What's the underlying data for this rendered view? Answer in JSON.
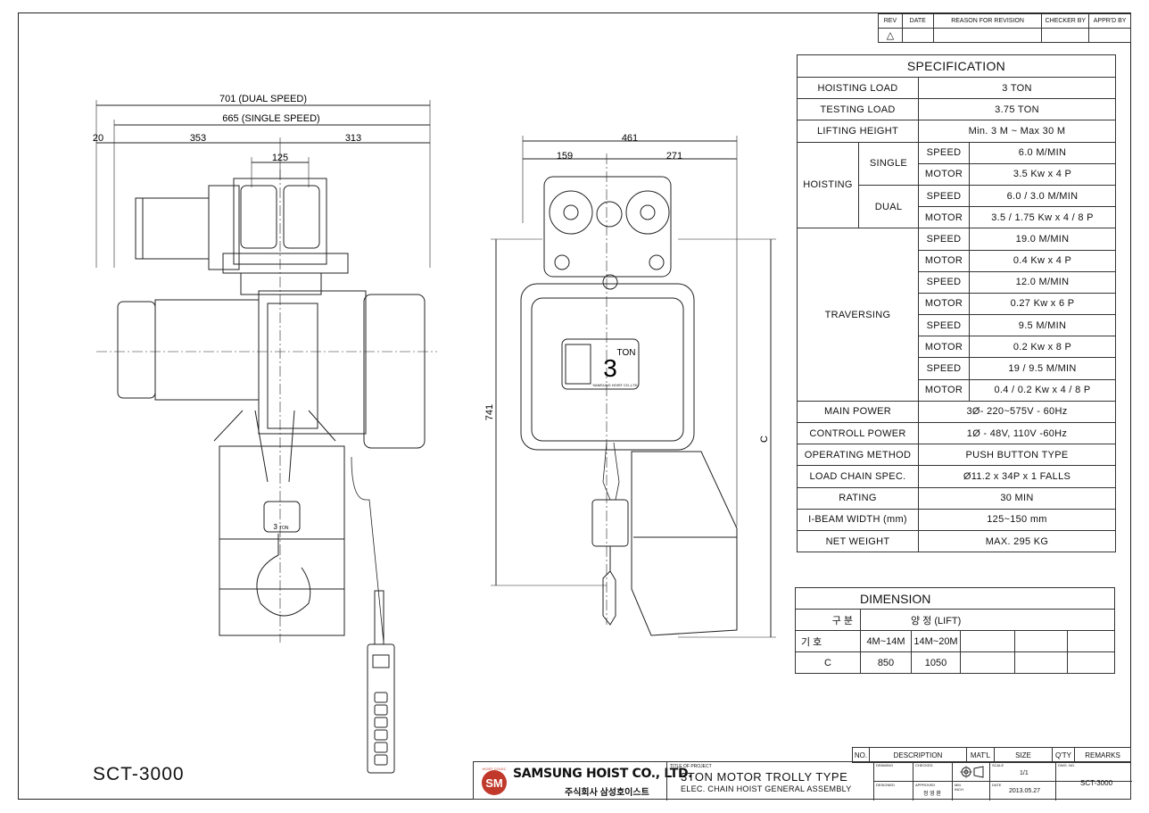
{
  "revision_block": {
    "headers": [
      "REV",
      "DATE",
      "REASON FOR REVISION",
      "CHECKER BY",
      "APPR'D BY"
    ],
    "rev_symbol": "△"
  },
  "side_view": {
    "dim_dual": "701 (DUAL SPEED)",
    "dim_single": "665 (SINGLE SPEED)",
    "dim_20": "20",
    "dim_353": "353",
    "dim_313": "313",
    "dim_125": "125",
    "hook_label": "3",
    "hook_unit": "TON"
  },
  "front_view": {
    "dim_461": "461",
    "dim_159": "159",
    "dim_271": "271",
    "dim_741": "741",
    "dim_c": "C",
    "plate_number": "3",
    "plate_unit": "TON",
    "plate_maker": "SAMSUNG HOIST CO.,LTD."
  },
  "specification": {
    "title": "SPECIFICATION",
    "hoisting_load": {
      "label": "HOISTING LOAD",
      "value": "3 TON"
    },
    "testing_load": {
      "label": "TESTING LOAD",
      "value": "3.75  TON"
    },
    "lifting_height": {
      "label": "LIFTING HEIGHT",
      "value": "Min. 3 M ~ Max 30 M"
    },
    "hoisting": {
      "label": "HOISTING",
      "single": {
        "label": "SINGLE",
        "speed_label": "SPEED",
        "speed": "6.0 M/MIN",
        "motor_label": "MOTOR",
        "motor": "3.5 Kw x 4 P"
      },
      "dual": {
        "label": "DUAL",
        "speed_label": "SPEED",
        "speed": "6.0 / 3.0 M/MIN",
        "motor_label": "MOTOR",
        "motor": "3.5 / 1.75 Kw x 4 / 8 P"
      }
    },
    "traversing": {
      "label": "TRAVERSING",
      "rows": [
        {
          "label": "SPEED",
          "value": "19.0 M/MIN"
        },
        {
          "label": "MOTOR",
          "value": "0.4 Kw x 4 P"
        },
        {
          "label": "SPEED",
          "value": "12.0 M/MIN"
        },
        {
          "label": "MOTOR",
          "value": "0.27 Kw x 6 P"
        },
        {
          "label": "SPEED",
          "value": "9.5 M/MIN"
        },
        {
          "label": "MOTOR",
          "value": "0.2 Kw x 8 P"
        },
        {
          "label": "SPEED",
          "value": "19 / 9.5 M/MIN"
        },
        {
          "label": "MOTOR",
          "value": "0.4 / 0.2 Kw x 4 / 8 P"
        }
      ]
    },
    "main_power": {
      "label": "MAIN POWER",
      "value": "3Ø- 220~575V - 60Hz"
    },
    "controll_power": {
      "label": "CONTROLL POWER",
      "value": "1Ø - 48V, 110V -60Hz"
    },
    "operating_method": {
      "label": "OPERATING METHOD",
      "value": "PUSH BUTTON TYPE"
    },
    "load_chain": {
      "label": "LOAD CHAIN SPEC.",
      "value": "Ø11.2 x 34P x 1 FALLS"
    },
    "rating": {
      "label": "RATING",
      "value": "30 MIN"
    },
    "ibeam": {
      "label": "I-BEAM WIDTH (mm)",
      "value": "125~150 mm"
    },
    "net_weight": {
      "label": "NET WEIGHT",
      "value": "MAX. 295 KG"
    }
  },
  "dimension": {
    "title": "DIMENSION",
    "gubun": "구 분",
    "giho": "기 호",
    "lift_header": "양 정 (LIFT)",
    "cols": [
      "4M~14M",
      "14M~20M"
    ],
    "row_label": "C",
    "row_values": [
      "850",
      "1050"
    ]
  },
  "bom": {
    "headers": [
      "NO.",
      "DESCRIPTION",
      "MAT'L",
      "SIZE",
      "Q'TY",
      "REMARKS"
    ]
  },
  "title_block": {
    "company_en": "SAMSUNG HOIST CO., LTD.",
    "company_kr": "주식회사 삼성호이스트",
    "logo": "SM",
    "logo_arc": "HOIST COLEC",
    "title_of_project_label": "TITLE OF PROJECT",
    "title_line1": "3TON MOTOR TROLLY TYPE",
    "title_line2": "ELEC. CHAIN HOIST GENERAL ASSEMBLY",
    "drawn_label": "DRAWING",
    "checked_label": "CHECKED",
    "designed_label": "DESIGNED",
    "approved_label": "APPROVED",
    "approved_name": "정 영 환",
    "mm_label": "MM. INCH",
    "scale_label": "SCALE",
    "scale_value": "1/1",
    "date_label": "DATE",
    "date_value": "2013.05.27",
    "dwg_no_label": "DWG. NO.",
    "dwg_no_value": "SCT-3000"
  },
  "drawing_number": "SCT-3000"
}
